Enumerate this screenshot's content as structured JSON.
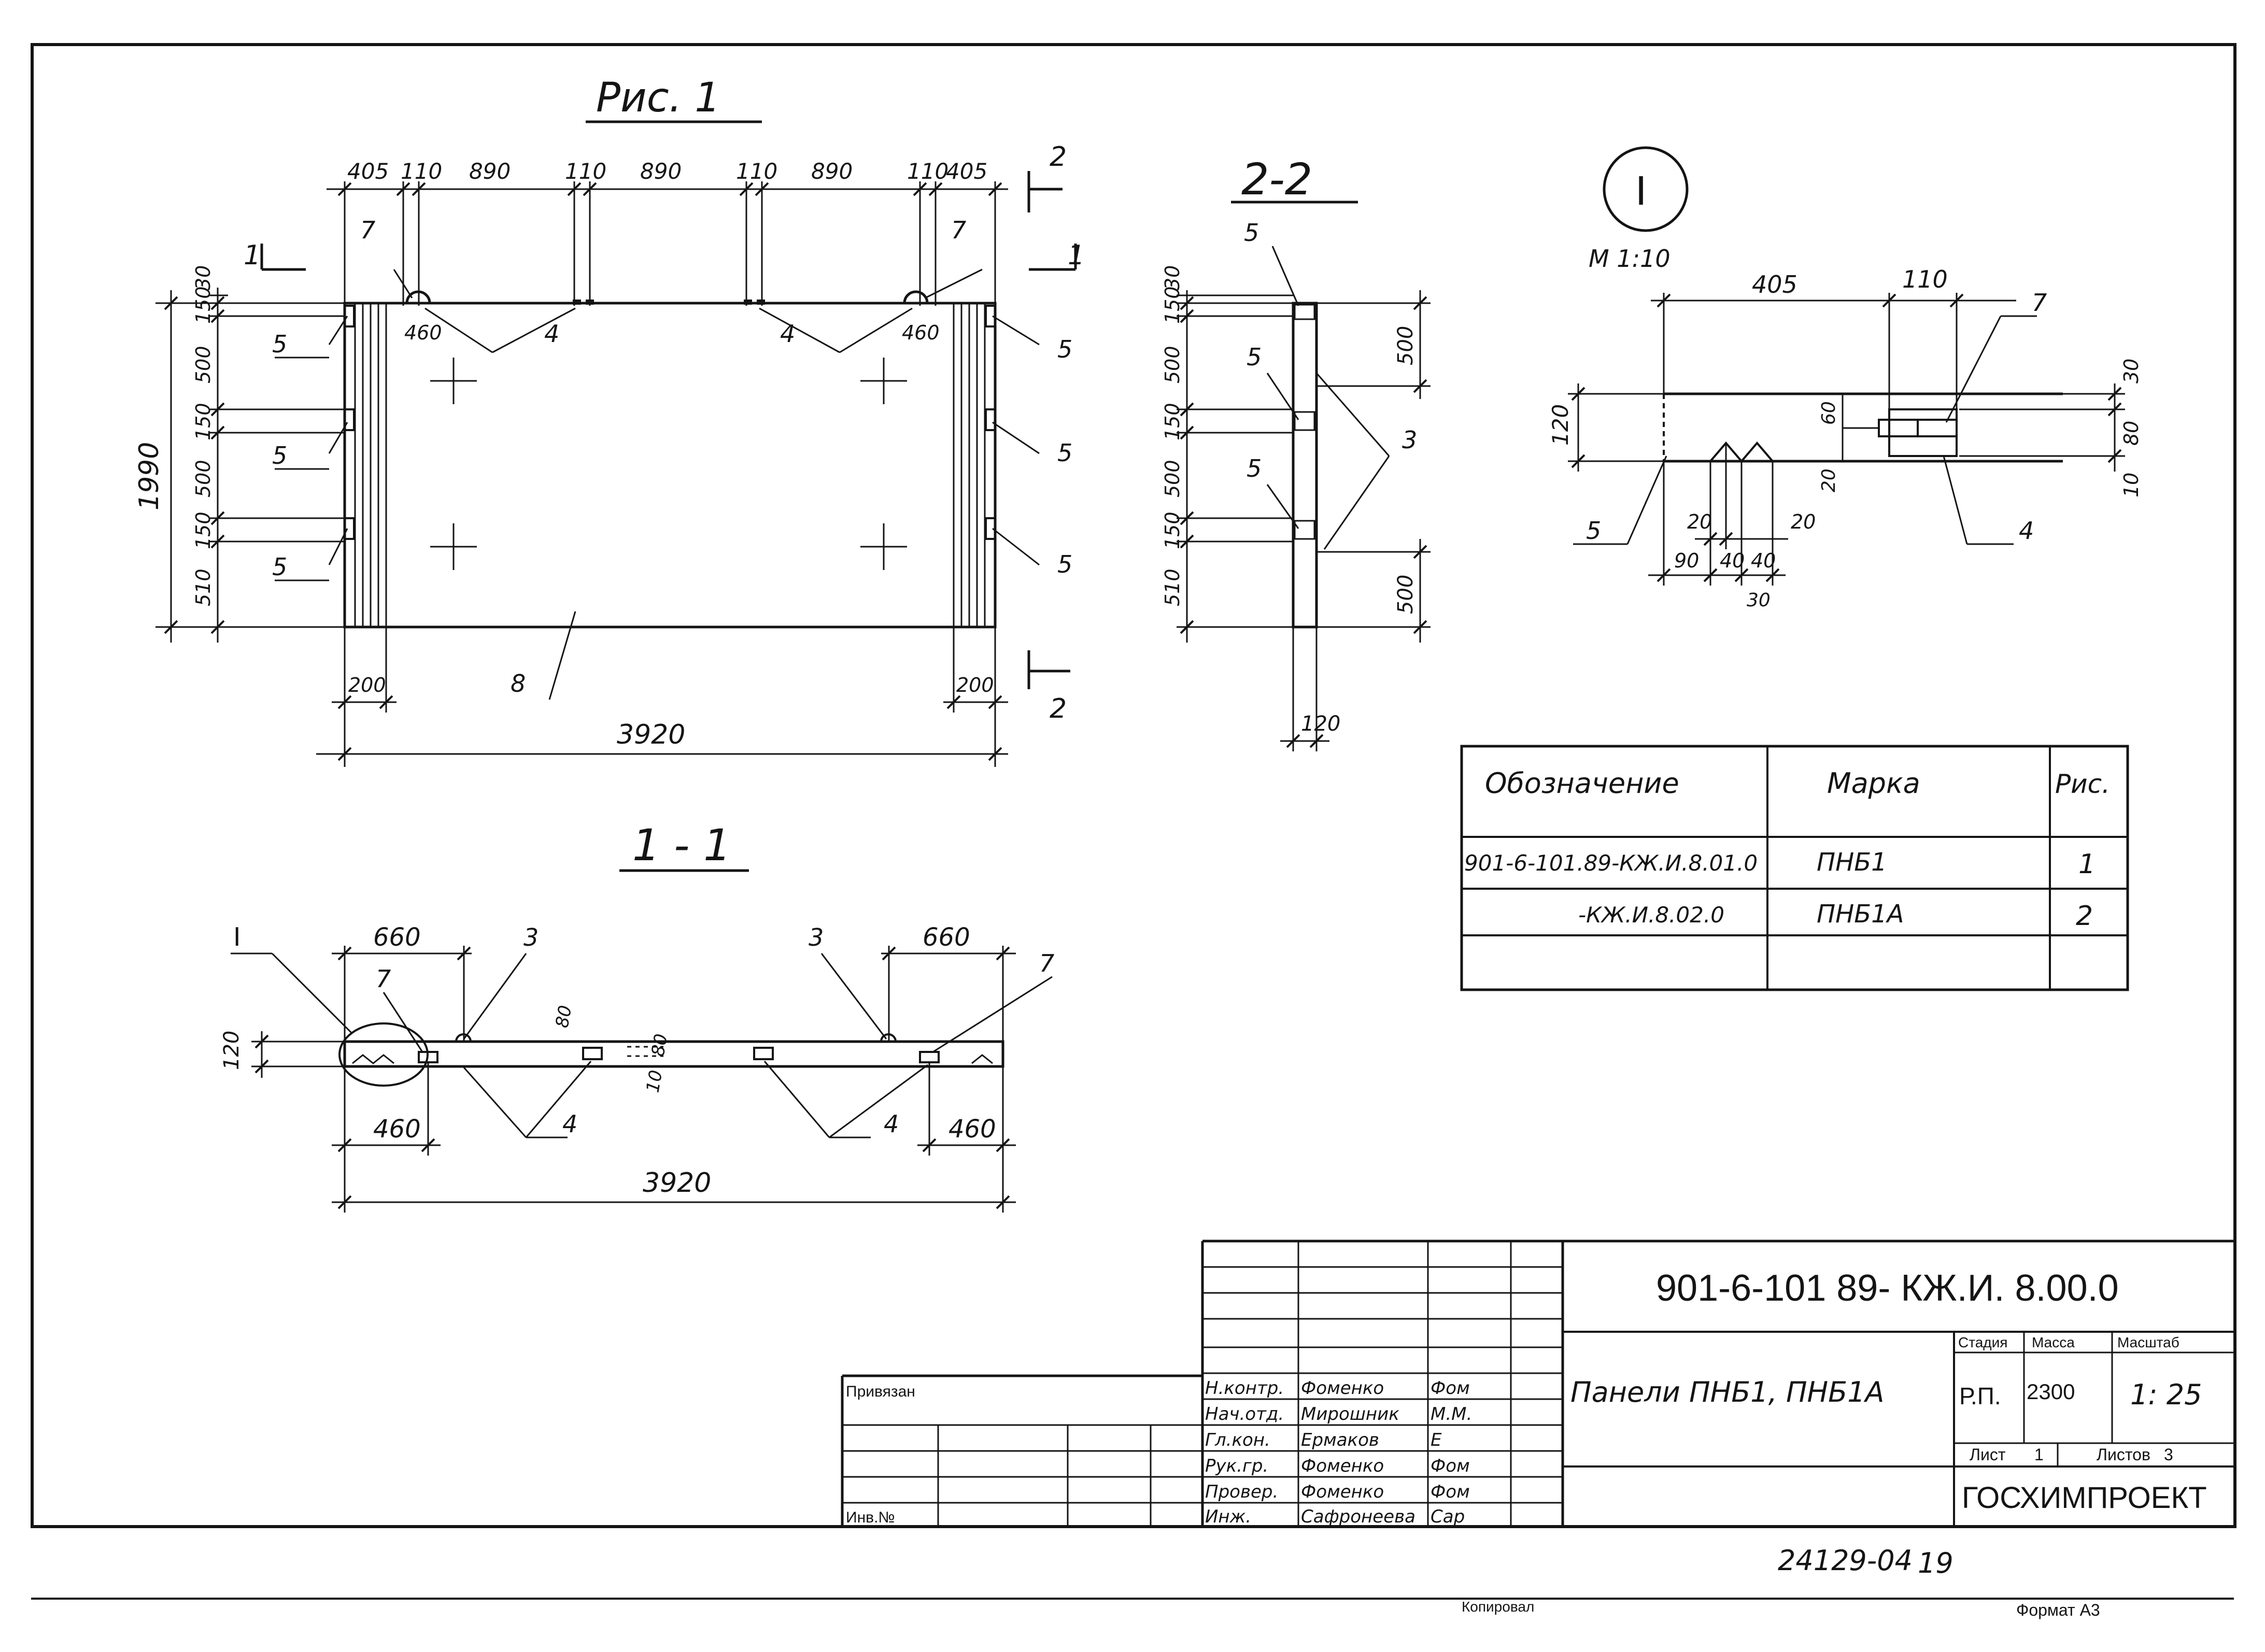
{
  "drawing": {
    "fig1_title": "Рис. 1",
    "sec22_title": "2-2",
    "sec11_title": "1 - 1",
    "detail_label": "I",
    "detail_scale": "М 1:10",
    "section_marks": {
      "s1": "1",
      "s2": "2"
    }
  },
  "fig1": {
    "top_dims": [
      "405",
      "110",
      "890",
      "110",
      "890",
      "110",
      "890",
      "110",
      "405"
    ],
    "left_dims": [
      "30",
      "150",
      "500",
      "150",
      "500",
      "150",
      "510"
    ],
    "height_total": "1990",
    "dim_200_left": "200",
    "dim_200_right": "200",
    "length_total": "3920",
    "dim_460_left": "460",
    "dim_460_right": "460",
    "callouts": {
      "c7": "7",
      "c4": "4",
      "c5": "5",
      "c8": "8"
    }
  },
  "sec22": {
    "left_dims": [
      "30",
      "150",
      "500",
      "150",
      "500",
      "150",
      "510"
    ],
    "right_dims": [
      "500",
      "500"
    ],
    "bottom_dim": "120",
    "callouts": {
      "c5": "5",
      "c3": "3"
    }
  },
  "detail": {
    "top_dims": [
      "405",
      "110"
    ],
    "left_dim": "120",
    "right_dims": [
      "30",
      "80",
      "10"
    ],
    "inner_dims": [
      "60",
      "20"
    ],
    "bottom_dims_row1": [
      "20",
      "20"
    ],
    "bottom_dims_row2": [
      "90",
      "40",
      "40"
    ],
    "bottom_dim_30": "30",
    "callouts": {
      "c7": "7",
      "c5": "5",
      "c4": "4"
    }
  },
  "sec11": {
    "dims": {
      "d660_left": "660",
      "d660_right": "660",
      "d120": "120",
      "d80a": "80",
      "d80b": "80",
      "d10": "10",
      "d460_left": "460",
      "d460_right": "460",
      "d3920": "3920"
    },
    "callouts": {
      "c1": "I",
      "c7": "7",
      "c3": "3",
      "c4": "4"
    }
  },
  "spec_table": {
    "headers": [
      "Обозначение",
      "Марка",
      "Рис."
    ],
    "rows": [
      [
        "901-6-101.89-КЖ.И.8.01.0",
        "ПНБ1",
        "1"
      ],
      [
        "-КЖ.И.8.02.0",
        "ПНБ1А",
        "2"
      ],
      [
        "",
        "",
        ""
      ]
    ]
  },
  "title_block": {
    "doc_code": "901-6-101 89- КЖ.И. 8.00.0",
    "title": "Панели ПНБ1, ПНБ1А",
    "stage_h": "Стадия",
    "mass_h": "Масса",
    "scale_h": "Масштаб",
    "stage": "Р.П.",
    "mass": "2300",
    "scale": "1: 25",
    "sheet_label": "Лист",
    "sheet_num": "1",
    "sheets_label": "Листов",
    "sheets_total": "3",
    "org": "ГОСХИМПРОЕКТ",
    "privyazan": "Привязан",
    "inv_no": "Инв.№",
    "signers": [
      {
        "role": "Н.контр.",
        "name": "Фоменко",
        "sign": "Фом"
      },
      {
        "role": "Нач.отд.",
        "name": "Мирошник",
        "sign": "М.М."
      },
      {
        "role": "Гл.кон.",
        "name": "Ермаков",
        "sign": "Е"
      },
      {
        "role": "Рук.гр.",
        "name": "Фоменко",
        "sign": "Фом"
      },
      {
        "role": "Провер.",
        "name": "Фоменко",
        "sign": "Фом"
      },
      {
        "role": "Инж.",
        "name": "Сафронеева",
        "sign": "Сар"
      }
    ]
  },
  "footer": {
    "archive_no": "24129-04",
    "page": "19",
    "copied": "Копировал",
    "format": "Формат А3"
  }
}
